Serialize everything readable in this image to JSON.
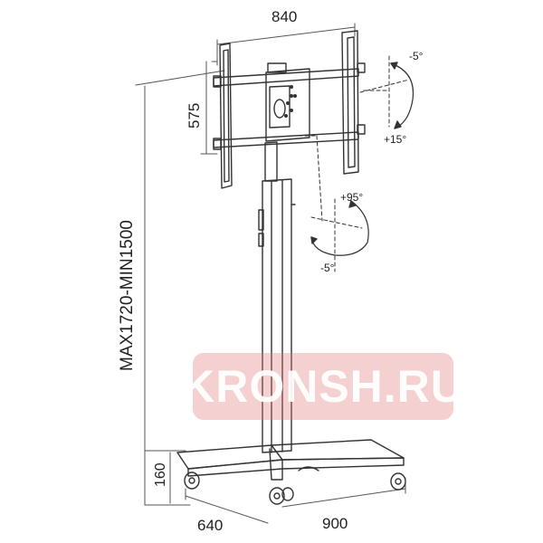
{
  "dimensions": {
    "width_top": "840",
    "height_vesa": "575",
    "height_total": "MAX1720-MIN1500",
    "base_height": "160",
    "base_depth": "640",
    "base_width": "900"
  },
  "angles": {
    "tilt_up": "-5°",
    "tilt_down": "+15°",
    "swivel_left": "+95°",
    "swivel_right": "-5°"
  },
  "watermark": "KRONSH.RU",
  "colors": {
    "line": "#333333",
    "dim": "#555555",
    "watermark": "#e27878"
  }
}
